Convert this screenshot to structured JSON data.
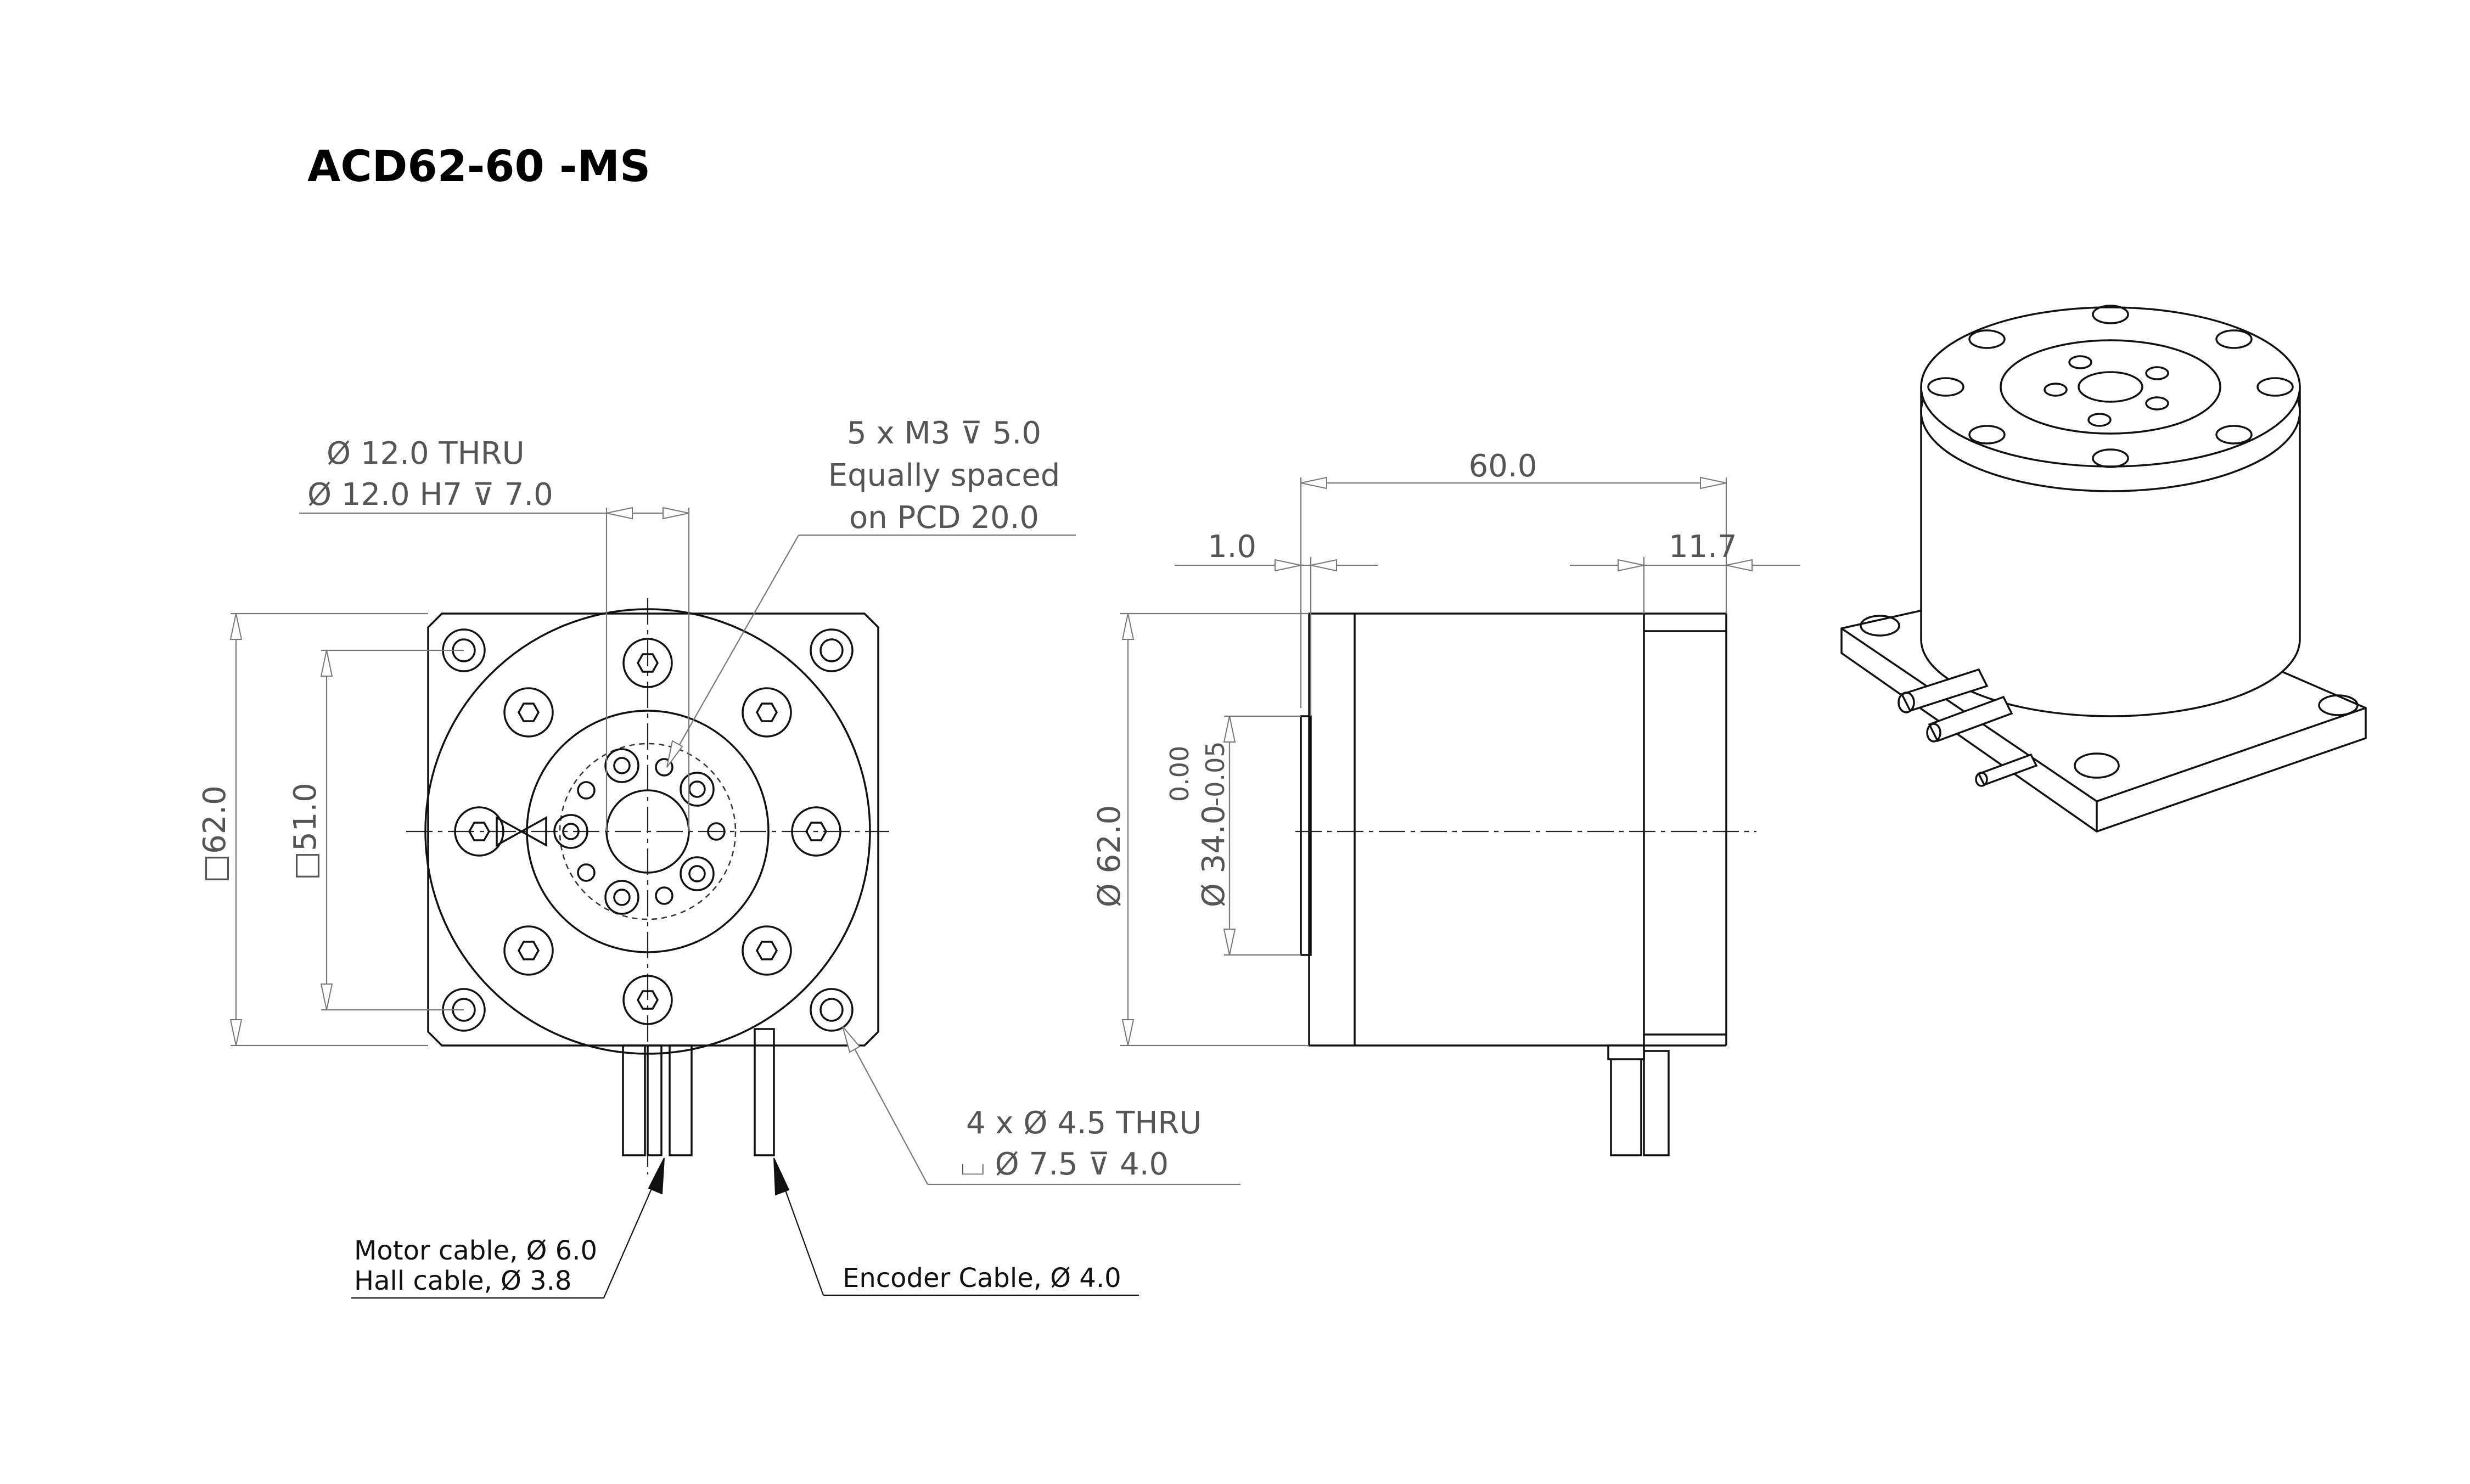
{
  "title": "ACD62-60 -MS",
  "front_view": {
    "bore_callout": [
      "Ø 12.0 THRU",
      "Ø 12.0 H7 ⊽ 7.0"
    ],
    "thread_callout": [
      "5 x M3 ⊽ 5.0",
      "Equally spaced",
      "on PCD 20.0"
    ],
    "square_outer": "□62.0",
    "square_inner": "□51.0",
    "mount_hole_callout": [
      "4 x  Ø  4.5 THRU",
      "⌴  Ø  7.5  ⊽  4.0"
    ],
    "motor_cable": [
      "Motor cable, Ø 6.0",
      "Hall cable, Ø 3.8"
    ],
    "encoder_cable": "Encoder Cable,  Ø 4.0"
  },
  "side_view": {
    "length": "60.0",
    "pilot_depth": "1.0",
    "rear_length": "11.7",
    "body_diameter": "Ø 62.0",
    "pilot_diameter": "Ø 34.0",
    "pilot_tol_upper": "0.00",
    "pilot_tol_lower": "-0.05"
  }
}
